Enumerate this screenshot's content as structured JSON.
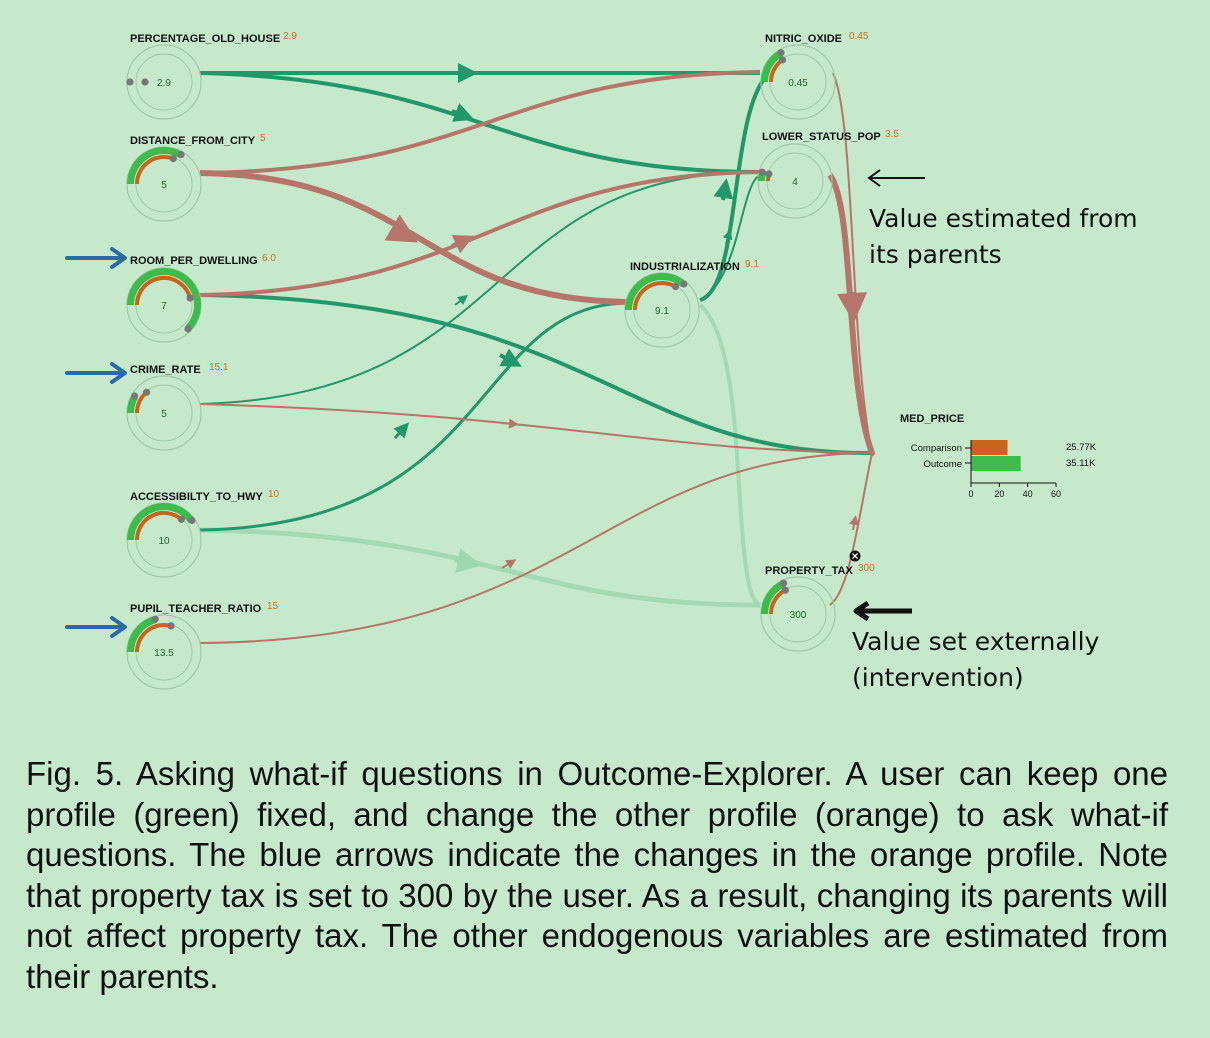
{
  "nodes": [
    {
      "id": "old_house",
      "label": "PERCENTAGE_OLD_HOUSE",
      "orange_value": "2.9",
      "center_value": "2.9"
    },
    {
      "id": "distance",
      "label": "DISTANCE_FROM_CITY",
      "orange_value": "5",
      "center_value": "5"
    },
    {
      "id": "room",
      "label": "ROOM_PER_DWELLING",
      "orange_value": "6.0",
      "center_value": "7"
    },
    {
      "id": "crime",
      "label": "CRIME_RATE",
      "orange_value": "15.1",
      "center_value": "5"
    },
    {
      "id": "hwy",
      "label": "ACCESSIBILTY_TO_HWY",
      "orange_value": "10",
      "center_value": "10"
    },
    {
      "id": "pupil",
      "label": "PUPIL_TEACHER_RATIO",
      "orange_value": "15",
      "center_value": "13.5"
    },
    {
      "id": "indus",
      "label": "INDUSTRIALIZATION",
      "orange_value": "9.1",
      "center_value": "9.1"
    },
    {
      "id": "nox",
      "label": "NITRIC_OXIDE",
      "orange_value": "0.45",
      "center_value": "0.45"
    },
    {
      "id": "lstat",
      "label": "LOWER_STATUS_POP",
      "orange_value": "3.5",
      "center_value": "4"
    },
    {
      "id": "tax",
      "label": "PROPERTY_TAX",
      "orange_value": "300",
      "center_value": "300"
    }
  ],
  "med_price": {
    "label": "MED_PRICE",
    "bars": [
      {
        "name": "Comparison",
        "value": 25.77,
        "display": "25.77K",
        "color": "#c8651b"
      },
      {
        "name": "Outcome",
        "value": 35.11,
        "display": "35.11K",
        "color": "#3dbb4b"
      }
    ],
    "ticks": [
      "0",
      "20",
      "40",
      "60"
    ],
    "xmax": 60
  },
  "annotations": {
    "estimated_line1": "Value estimated from",
    "estimated_line2": "its parents",
    "external_line1": "Value set externally",
    "external_line2": "(intervention)"
  },
  "colors": {
    "background": "#c6e9cc",
    "green_edge": "#22976a",
    "red_edge": "#b5756a",
    "blue_arrow": "#2c69a8",
    "green_ring": "#3dbb4b",
    "orange_ring": "#c8651b"
  },
  "caption": "Fig. 5. Asking what-if questions in Outcome-Explorer. A user can keep one profile (green) fixed, and change the other profile (orange) to ask what-if questions. The blue arrows indicate the changes in the orange profile. Note that property tax is set to 300 by the user. As a result, changing its parents will not affect property tax. The other endogenous variables are estimated from their parents."
}
